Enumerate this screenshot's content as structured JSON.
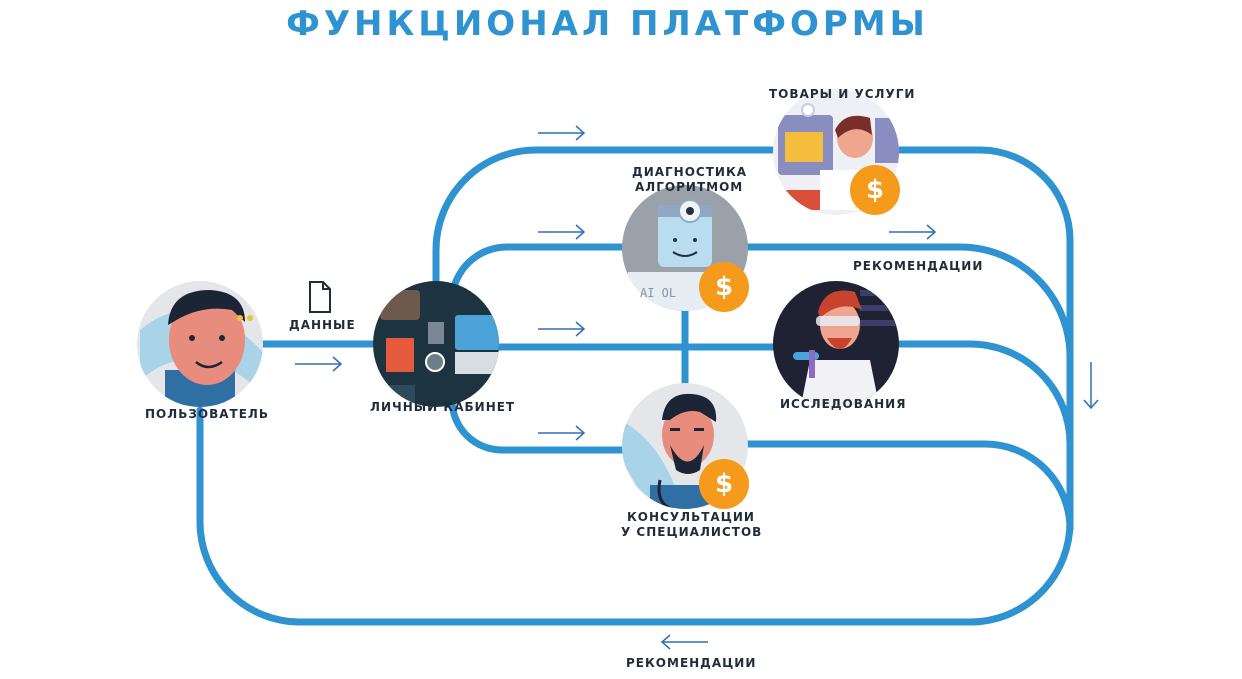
{
  "title": "ФУНКЦИОНАЛ ПЛАТФОРМЫ",
  "nodes": {
    "user": "ПОЛЬЗОВАТЕЛЬ",
    "cabinet": "ЛИЧНЫЙ КАБИНЕТ",
    "goods": "ТОВАРЫ И УСЛУГИ",
    "diagnostics_line1": "ДИАГНОСТИКА",
    "diagnostics_line2": "АЛГОРИТМОМ",
    "research": "ИССЛЕДОВАНИЯ",
    "consult_line1": "КОНСУЛЬТАЦИИ",
    "consult_line2": "У СПЕЦИАЛИСТОВ"
  },
  "data_label": "ДАННЫЕ",
  "recommendations_right": "РЕКОМЕНДАЦИИ",
  "recommendations_bottom": "РЕКОМЕНДАЦИИ",
  "coin_symbol": "$",
  "screen_text": "AI OL",
  "colors": {
    "line": "#2e93d0",
    "arrow": "#2f6fb3",
    "coin": "#f59a1b",
    "text": "#1f2d3a"
  }
}
